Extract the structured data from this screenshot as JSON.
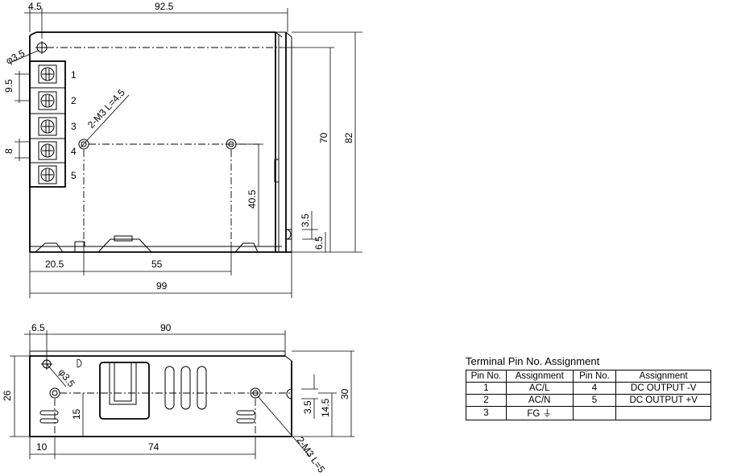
{
  "top_view": {
    "dims": {
      "left_offset": "4.5",
      "hole_span_width": "92.5",
      "hole_dia": "φ3.5",
      "pin_pitch": "9.5",
      "pin_height": "8",
      "screw_label": "2-M3 L=4.5",
      "height_70": "70",
      "height_82": "82",
      "height_40_5": "40.5",
      "gap_3_5": "3.5",
      "gap_6_5": "6.5",
      "bottom_20_5": "20.5",
      "bottom_55": "55",
      "total_width": "99"
    },
    "terminal_numbers": [
      "1",
      "2",
      "3",
      "4",
      "5"
    ]
  },
  "side_view": {
    "dims": {
      "left_offset": "6.5",
      "top_width": "90",
      "hole_dia": "φ3.5",
      "height_26": "26",
      "height_15": "15",
      "height_3_5": "3.5",
      "height_14_5": "14.5",
      "height_30": "30",
      "bottom_10": "10",
      "bottom_74": "74",
      "screw_label": "2-M3 L=5"
    }
  },
  "terminal_table": {
    "title": "Terminal Pin No.  Assignment",
    "headers": [
      "Pin No.",
      "Assignment",
      "Pin No.",
      "Assignment"
    ],
    "rows": [
      [
        "1",
        "AC/L",
        "4",
        "DC OUTPUT -V"
      ],
      [
        "2",
        "AC/N",
        "5",
        "DC OUTPUT +V"
      ],
      [
        "3",
        "FG ⏚",
        "",
        ""
      ]
    ]
  }
}
